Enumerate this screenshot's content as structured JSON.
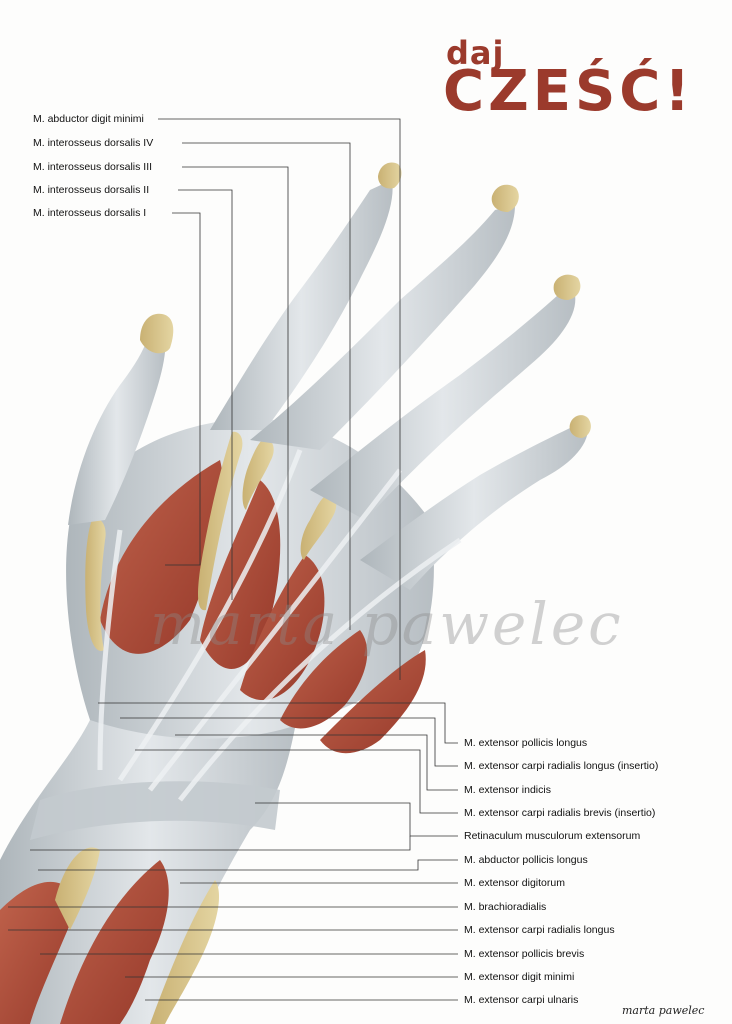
{
  "title": {
    "line1": "daj",
    "line2": "CZEŚĆ!"
  },
  "watermark": "marta pawelec",
  "signature": "marta pawelec",
  "colors": {
    "accent": "#9b3a2c",
    "muscle": "#b4503c",
    "tendon": "#c9cfd3",
    "bone": "#d8c48a"
  },
  "labels_left": [
    "M. abductor digit minimi",
    "M. interosseus dorsalis IV",
    "M. interosseus dorsalis III",
    "M. interosseus dorsalis II",
    "M. interosseus dorsalis I"
  ],
  "labels_right": [
    "M. extensor pollicis longus",
    "M. extensor carpi radialis longus (insertio)",
    "M. extensor indicis",
    "M. extensor carpi radialis brevis (insertio)",
    "Retinaculum musculorum extensorum",
    "M. abductor pollicis longus",
    "M. extensor digitorum",
    "M. brachioradialis",
    "M. extensor carpi radialis longus",
    "M. extensor pollicis brevis",
    "M. extensor digit minimi",
    "M. extensor carpi ulnaris"
  ]
}
